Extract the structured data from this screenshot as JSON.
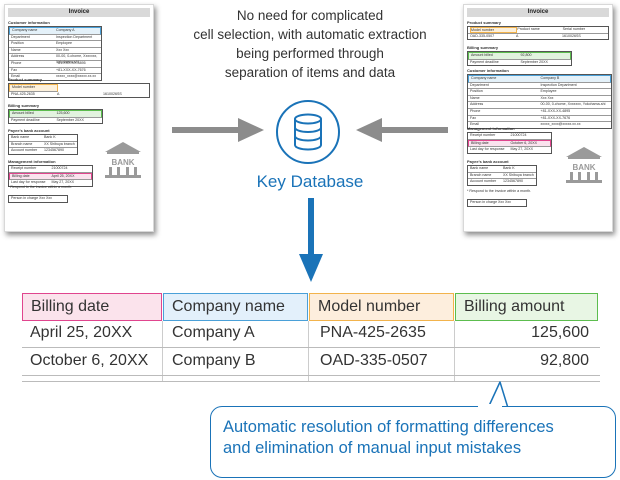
{
  "caption": {
    "lines": [
      "No need for complicated",
      "cell selection, with automatic extraction",
      "being performed through",
      "separation of items and data"
    ]
  },
  "database": {
    "label": "Key Database",
    "icon": "database-icon"
  },
  "table": {
    "headers": [
      "Billing date",
      "Company name",
      "Model number",
      "Billing amount"
    ],
    "header_colors": [
      "#e0458e",
      "#4aa0d8",
      "#f2b34c",
      "#5cbd4e"
    ],
    "rows": [
      [
        "April 25, 20XX",
        "Company A",
        "PNA-425-2635",
        "125,600"
      ],
      [
        "October 6, 20XX",
        "Company B",
        "OAD-335-0507",
        "92,800"
      ]
    ]
  },
  "callout": {
    "line1": "Automatic resolution of formatting differences",
    "line2": "and elimination of manual input mistakes"
  },
  "invoice_left": {
    "title": "Invoice",
    "customer_heading": "Customer information",
    "customer_rows": [
      [
        "Company name",
        "Company A"
      ],
      [
        "Department",
        "Inspection Department"
      ],
      [
        "Position",
        "Employee"
      ],
      [
        "Name",
        "Xxx Xxx"
      ],
      [
        "Address",
        "00-00, 0-chome, Xxxxxxx, Yokohama-shi"
      ],
      [
        "Phone",
        "+81-XXX-XX-4895"
      ],
      [
        "Fax",
        "+81-XXX-XX-7676"
      ],
      [
        "Email",
        "xxxxx_xxxx@xxxxx.xx.xx"
      ]
    ],
    "product_heading": "Product summary",
    "product_headers": [
      "Model number",
      "Product name",
      "Serial number"
    ],
    "product_row": [
      "PNA-425-2635",
      "A",
      "1610026SS"
    ],
    "billing_heading": "Billing summary",
    "billing_rows": [
      [
        "Amount billed",
        "125,600"
      ],
      [
        "Payment deadline",
        "September 20XX"
      ]
    ],
    "bank_heading": "Payee's bank account",
    "bank_rows": [
      [
        "Bank name",
        "Bank K"
      ],
      [
        "Branch name",
        "XX Shibuya branch"
      ],
      [
        "Account number",
        "1234567890"
      ]
    ],
    "mgmt_heading": "Management information",
    "mgmt_rows": [
      [
        "Receipt number",
        "21000724"
      ],
      [
        "Billing date",
        "April 25, 20XX"
      ],
      [
        "Last day for response",
        "May 27, 20XX"
      ]
    ],
    "note": "* Respond to the invoice within a month.",
    "person_row": [
      "Person in charge",
      "Xxx Xxx"
    ],
    "bank_label": "BANK"
  },
  "invoice_right": {
    "title": "Invoice",
    "product_heading": "Product summary",
    "product_headers": [
      "Model number",
      "Product name",
      "Serial number"
    ],
    "product_row": [
      "OAD-335-0507",
      "A",
      "1610026SS"
    ],
    "billing_heading": "Billing summary",
    "billing_rows": [
      [
        "Amount billed",
        "92,800"
      ],
      [
        "Payment deadline",
        "September 20XX"
      ]
    ],
    "customer_heading": "Customer information",
    "customer_rows": [
      [
        "Company name",
        "Company B"
      ],
      [
        "Department",
        "Inspection Department"
      ],
      [
        "Position",
        "Employee"
      ],
      [
        "Name",
        "Xxx Xxx"
      ],
      [
        "Address",
        "00-00, 0-chome, Xxxxxxx, Yokohama-shi"
      ],
      [
        "Phone",
        "+81-XXX-XX-4895"
      ],
      [
        "Fax",
        "+81-XXX-XX-7676"
      ],
      [
        "Email",
        "xxxxx_xxxx@xxxxx.xx.xx"
      ]
    ],
    "mgmt_heading": "Management information",
    "mgmt_rows": [
      [
        "Receipt number",
        "21000724"
      ],
      [
        "Billing date",
        "October 6, 20XX"
      ],
      [
        "Last day for response",
        "May 27, 20XX"
      ]
    ],
    "bank_heading": "Payee's bank account",
    "bank_rows": [
      [
        "Bank name",
        "Bank K"
      ],
      [
        "Branch name",
        "XX Shibuya branch"
      ],
      [
        "Account number",
        "1234567890"
      ]
    ],
    "note": "* Respond to the invoice within a month.",
    "person_row": [
      "Person in charge",
      "Xxx Xxx"
    ],
    "bank_label": "BANK"
  },
  "colors": {
    "accent": "#1a73b8",
    "arrow": "#8c8c8c"
  }
}
